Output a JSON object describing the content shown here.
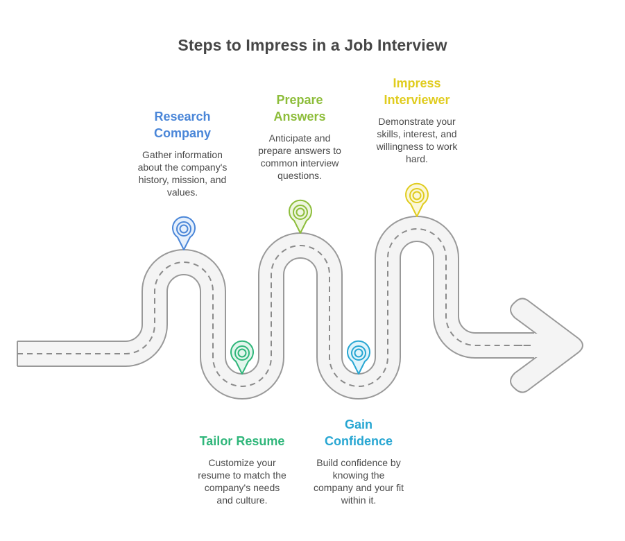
{
  "title": "Steps to Impress in a Job Interview",
  "road": {
    "fill_color": "#f4f4f4",
    "edge_color": "#999999",
    "dash_color": "#8a8a8a"
  },
  "steps": [
    {
      "id": "research-company",
      "heading_lines": [
        "Research",
        "Company"
      ],
      "description_lines": [
        "Gather information",
        "about the company's",
        "history, mission, and",
        "values."
      ],
      "color": "#4a86d8",
      "pin_fill": "#e6f0fc",
      "position": "top"
    },
    {
      "id": "tailor-resume",
      "heading_lines": [
        "Tailor Resume"
      ],
      "description_lines": [
        "Customize your",
        "resume to match the",
        "company's needs",
        "and culture."
      ],
      "color": "#2fb67a",
      "pin_fill": "#e2f6ec",
      "position": "bottom"
    },
    {
      "id": "prepare-answers",
      "heading_lines": [
        "Prepare",
        "Answers"
      ],
      "description_lines": [
        "Anticipate and",
        "prepare answers to",
        "common interview",
        "questions."
      ],
      "color": "#8dbd3a",
      "pin_fill": "#eef6e0",
      "position": "top"
    },
    {
      "id": "gain-confidence",
      "heading_lines": [
        "Gain",
        "Confidence"
      ],
      "description_lines": [
        "Build confidence by",
        "knowing the",
        "company and your fit",
        "within it."
      ],
      "color": "#27a6d2",
      "pin_fill": "#e0f4fb",
      "position": "bottom"
    },
    {
      "id": "impress-interviewer",
      "heading_lines": [
        "Impress",
        "Interviewer"
      ],
      "description_lines": [
        "Demonstrate your",
        "skills, interest, and",
        "willingness to work",
        "hard."
      ],
      "color": "#e0cc1f",
      "pin_fill": "#fbf7d8",
      "position": "top"
    }
  ]
}
